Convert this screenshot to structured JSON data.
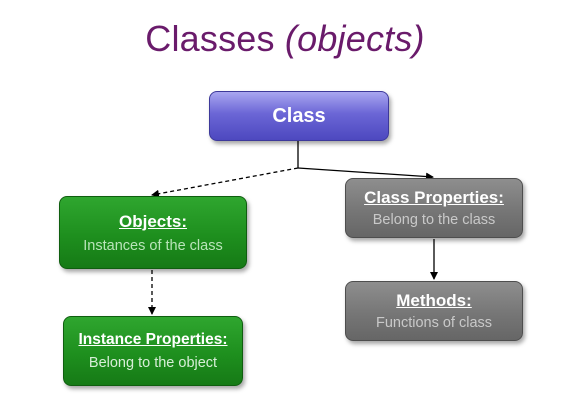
{
  "title": {
    "main": "Classes",
    "sub": "(objects)"
  },
  "colors": {
    "title": "#6a1b6b",
    "class_box": "#6b66d6",
    "object_box": "#1e8f1e",
    "property_box": "#767676",
    "connector": "#000000"
  },
  "nodes": {
    "class": {
      "label": "Class"
    },
    "objects": {
      "label": "Objects:",
      "description": "Instances of the class"
    },
    "instance_properties": {
      "label": "Instance Properties:",
      "description": "Belong to the object"
    },
    "class_properties": {
      "label": "Class Properties:",
      "description": "Belong to the class"
    },
    "methods": {
      "label": "Methods:",
      "description": "Functions of class"
    }
  },
  "edges": [
    {
      "from": "class",
      "to": "objects",
      "style": "dashed"
    },
    {
      "from": "class",
      "to": "class_properties",
      "style": "solid"
    },
    {
      "from": "objects",
      "to": "instance_properties",
      "style": "dashed"
    },
    {
      "from": "class_properties",
      "to": "methods",
      "style": "solid"
    }
  ]
}
